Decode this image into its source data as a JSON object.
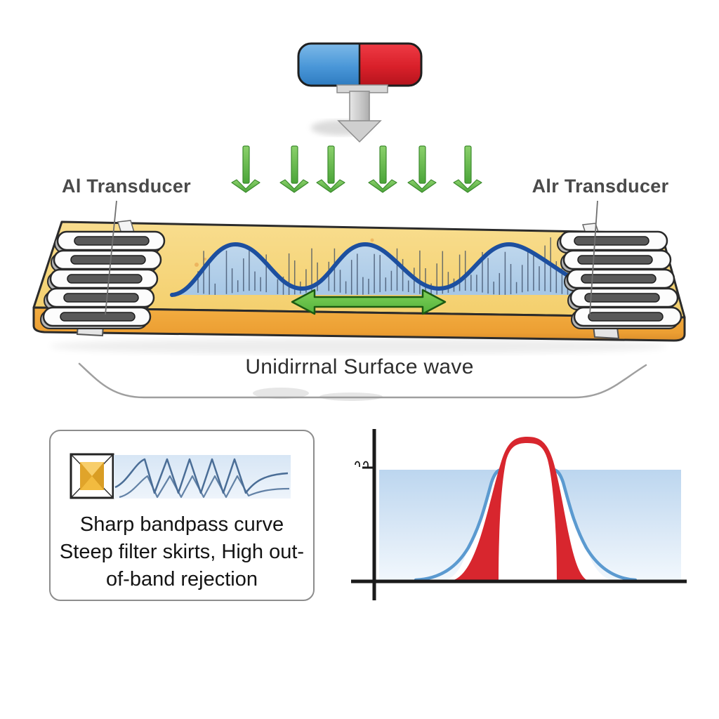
{
  "magnet": {
    "name": "excitation-magnet",
    "blue": "#4a97d8",
    "red": "#d9202a",
    "stem_color": "#cccccc"
  },
  "excitation_arrows": {
    "count": 6,
    "color": "#5eb84a"
  },
  "labels": {
    "left_transducer": "Al Transducer",
    "right_transducer": "Alr Transducer"
  },
  "caption": "Unidirrnal Surface wave",
  "substrate": {
    "top_color": "#f6d77d",
    "front_color": "#efa73d",
    "wave_stroke": "#1d4f9f",
    "wave_fill": "#aecdee",
    "direction_arrow_color": "#5cc043"
  },
  "info_box": {
    "icon": "idt-crystal-icon",
    "lines": [
      "Sharp bandpass curve",
      "Steep filter skirts, High out-",
      "of-band rejection"
    ]
  },
  "bandpass_plot": {
    "type": "area",
    "wide_curve_color": "#5b9ad0",
    "sharp_curve_color": "#d8262e",
    "band_fill_top": "#bcd6ef",
    "axis_color": "#1a1a1a"
  }
}
